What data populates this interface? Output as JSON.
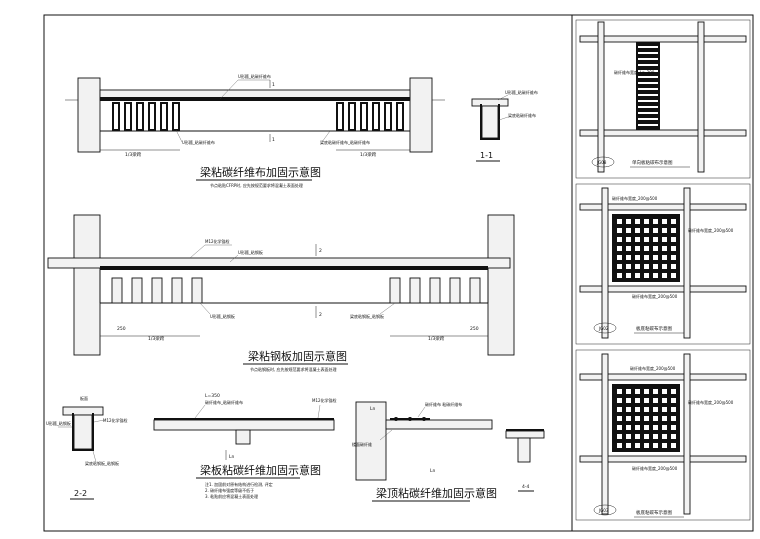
{
  "drawing": {
    "beam_cfrp": {
      "title": "梁粘碳纤维布加固示意图",
      "note": "节点粘贴CFRP时, 应先按规范要求将混凝土表面处理",
      "label_top": "U形箍_粘碳纤维布",
      "label_bottom_left": "1/3梁跨",
      "label_bottom_right": "1/3梁跨",
      "label_strip": "梁底粘碳纤维布_粘碳纤维布",
      "label_mid": "U形箍_粘碳纤维布",
      "cut_mark": "1"
    },
    "section_1_1": {
      "title": "1-1",
      "label_a": "U形箍_粘碳纤维布",
      "label_b": "梁底粘碳纤维布"
    },
    "beam_steel": {
      "title": "梁粘钢板加固示意图",
      "note": "节点粘钢板时, 应先按规范要求将混凝土表面处理",
      "label_top": "M12化学锚栓",
      "label_top2": "U形箍_粘钢板",
      "label_bottom": "U形箍_粘钢板",
      "label_strip": "梁底粘钢板_粘钢板",
      "dim_left": "250",
      "dim_right": "250",
      "label_span_left": "1/3梁跨",
      "label_span_right": "1/3梁跨",
      "cut_mark": "2"
    },
    "section_2_2": {
      "title": "2-2",
      "label_top": "板面",
      "label_left": "U形箍_粘钢板",
      "label_right": "M12化学锚栓",
      "label_bottom": "梁底粘钢板_粘钢板"
    },
    "slab_cfrp": {
      "title": "梁板粘碳纤维加固示意图",
      "label_top": "碳纤维布_粘碳纤维布",
      "label_top_right": "M12化学锚栓",
      "label_dim": "L=350",
      "label_l": "Ln",
      "notes": [
        "注1. 加固前对原有结构进行检测, 评定",
        "2. 碳纤维布强度等级不低于",
        "3. 粘贴前应将混凝土表面处理"
      ]
    },
    "slab_top": {
      "title": "梁顶粘碳纤维加固示意图",
      "label_top": "碳纤维布 粘碳纤维布",
      "label_mid": "楼面碳纤维",
      "label_l": "Ln",
      "label_l2": "Ln"
    },
    "section_4_4": {
      "title": "4-4"
    },
    "plan_a": {
      "tag": "JG08",
      "title": "单向板粘碳布示意图",
      "note": "碳纤维布宽度_Ln_200"
    },
    "plan_b": {
      "tag": "JG02",
      "title": "板底粘碳布示意图",
      "note_top": "碳纤维布宽度_200@500",
      "note_mid": "碳纤维布宽度_200@500",
      "note_bottom": "碳纤维布宽度_200@500"
    },
    "plan_c": {
      "tag": "JG03",
      "title": "板底粘碳布示意图",
      "note_top": "碳纤维布宽度_200@500",
      "note_mid": "碳纤维布宽度_200@500",
      "note_bottom": "碳纤维布宽度_200@500"
    }
  }
}
